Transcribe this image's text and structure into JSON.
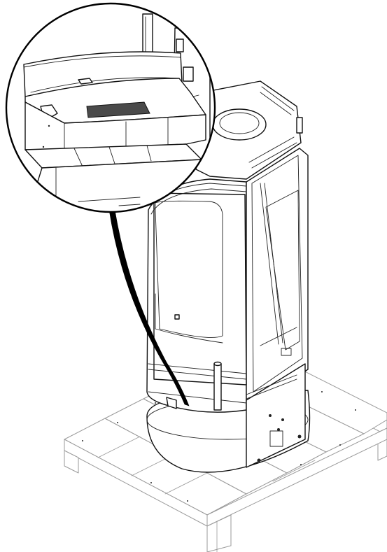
{
  "figure": {
    "kind": "technical-line-drawing",
    "subject": "stove-on-pallet",
    "has_detail_callout": true,
    "highlighted_part": "top-access-plate",
    "colors": {
      "stroke": "#111111",
      "pallet_stroke": "#9a9a9a",
      "highlight_fill": "#4a4a4a",
      "background": "#ffffff"
    }
  }
}
